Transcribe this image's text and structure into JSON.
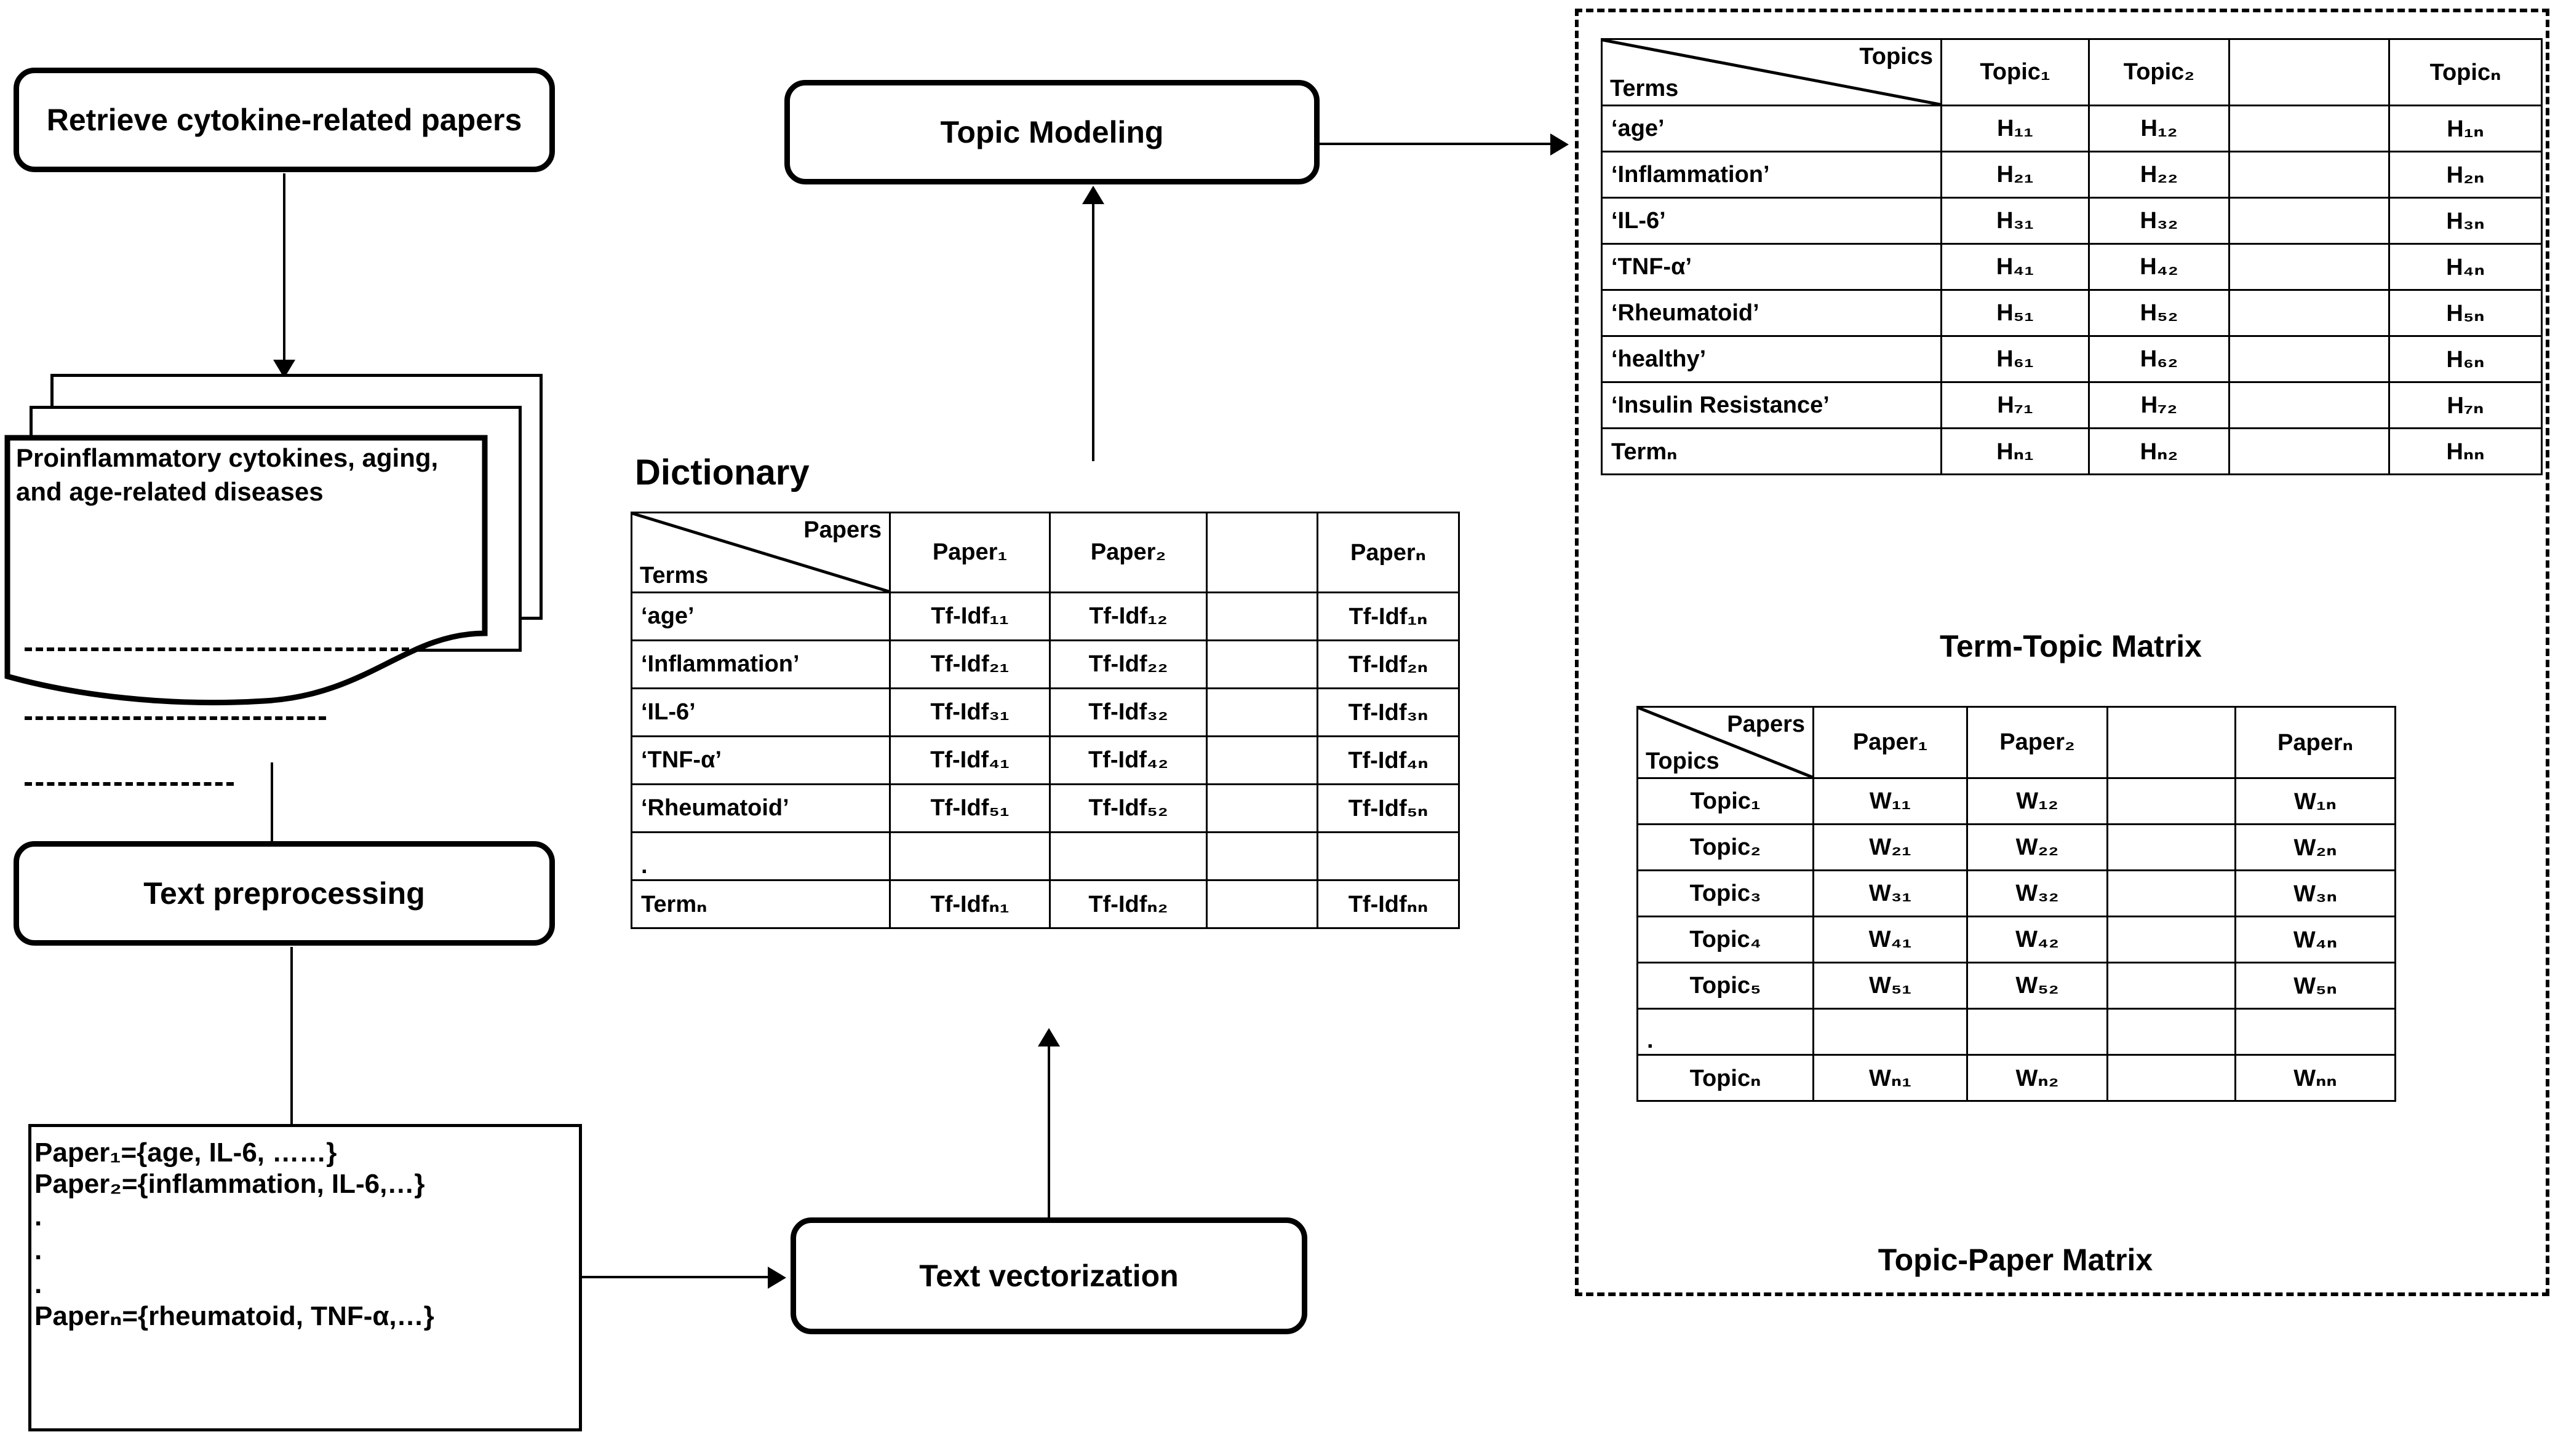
{
  "flow": {
    "retrieve_papers": "Retrieve cytokine-related papers",
    "text_preprocessing": "Text preprocessing",
    "text_vectorization": "Text vectorization",
    "topic_modeling": "Topic Modeling",
    "document_text": "Proinflammatory  cytokines, aging, and age-related diseases",
    "paper_sets": [
      "Paper₁={age, IL-6, ……}",
      "Paper₂={inflammation, IL-6,…}",
      ".",
      ".",
      ".",
      "Paperₙ={rheumatoid, TNF-α,…}"
    ]
  },
  "dictionary": {
    "title": "Dictionary",
    "corner_top_right": "Papers",
    "corner_bottom_left": "Terms",
    "columns": [
      "Paper₁",
      "Paper₂",
      "",
      "Paperₙ"
    ],
    "rows": [
      {
        "term": "‘age’",
        "values": [
          "Tf-Idf₁₁",
          "Tf-Idf₁₂",
          "",
          "Tf-Idf₁ₙ"
        ]
      },
      {
        "term": "‘Inflammation’",
        "values": [
          "Tf-Idf₂₁",
          "Tf-Idf₂₂",
          "",
          "Tf-Idf₂ₙ"
        ]
      },
      {
        "term": "‘IL-6’",
        "values": [
          "Tf-Idf₃₁",
          "Tf-Idf₃₂",
          "",
          "Tf-Idf₃ₙ"
        ]
      },
      {
        "term": "‘TNF-α’",
        "values": [
          "Tf-Idf₄₁",
          "Tf-Idf₄₂",
          "",
          "Tf-Idf₄ₙ"
        ]
      },
      {
        "term": "‘Rheumatoid’",
        "values": [
          "Tf-Idf₅₁",
          "Tf-Idf₅₂",
          "",
          "Tf-Idf₅ₙ"
        ]
      },
      {
        "term": ".",
        "values": [
          "",
          "",
          "",
          ""
        ]
      },
      {
        "term": "Termₙ",
        "values": [
          "Tf-Idfₙ₁",
          "Tf-Idfₙ₂",
          "",
          "Tf-Idfₙₙ"
        ]
      }
    ]
  },
  "term_topic": {
    "caption": "Term-Topic Matrix",
    "corner_top_right": "Topics",
    "corner_bottom_left": "Terms",
    "columns": [
      "Topic₁",
      "Topic₂",
      "",
      "Topicₙ"
    ],
    "rows": [
      {
        "term": "‘age’",
        "values": [
          "H₁₁",
          "H₁₂",
          "",
          "H₁ₙ"
        ]
      },
      {
        "term": "‘Inflammation’",
        "values": [
          "H₂₁",
          "H₂₂",
          "",
          "H₂ₙ"
        ]
      },
      {
        "term": "‘IL-6’",
        "values": [
          "H₃₁",
          "H₃₂",
          "",
          "H₃ₙ"
        ]
      },
      {
        "term": "‘TNF-α’",
        "values": [
          "H₄₁",
          "H₄₂",
          "",
          "H₄ₙ"
        ]
      },
      {
        "term": "‘Rheumatoid’",
        "values": [
          "H₅₁",
          "H₅₂",
          "",
          "H₅ₙ"
        ]
      },
      {
        "term": "‘healthy’",
        "values": [
          "H₆₁",
          "H₆₂",
          "",
          "H₆ₙ"
        ]
      },
      {
        "term": "‘Insulin Resistance’",
        "values": [
          "H₇₁",
          "H₇₂",
          "",
          "H₇ₙ"
        ]
      },
      {
        "term": "Termₙ",
        "values": [
          "Hₙ₁",
          "Hₙ₂",
          "",
          "Hₙₙ"
        ]
      }
    ]
  },
  "topic_paper": {
    "caption": "Topic-Paper Matrix",
    "corner_top_right": "Papers",
    "corner_bottom_left": "Topics",
    "columns": [
      "Paper₁",
      "Paper₂",
      "",
      "Paperₙ"
    ],
    "rows": [
      {
        "term": "Topic₁",
        "values": [
          "W₁₁",
          "W₁₂",
          "",
          "W₁ₙ"
        ]
      },
      {
        "term": "Topic₂",
        "values": [
          "W₂₁",
          "W₂₂",
          "",
          "W₂ₙ"
        ]
      },
      {
        "term": "Topic₃",
        "values": [
          "W₃₁",
          "W₃₂",
          "",
          "W₃ₙ"
        ]
      },
      {
        "term": "Topic₄",
        "values": [
          "W₄₁",
          "W₄₂",
          "",
          "W₄ₙ"
        ]
      },
      {
        "term": "Topic₅",
        "values": [
          "W₅₁",
          "W₅₂",
          "",
          "W₅ₙ"
        ]
      },
      {
        "term": ".",
        "values": [
          "",
          "",
          "",
          ""
        ]
      },
      {
        "term": "Topicₙ",
        "values": [
          "Wₙ₁",
          "Wₙ₂",
          "",
          "Wₙₙ"
        ]
      }
    ]
  },
  "colors": {
    "stroke": "#000000",
    "background": "#ffffff"
  }
}
